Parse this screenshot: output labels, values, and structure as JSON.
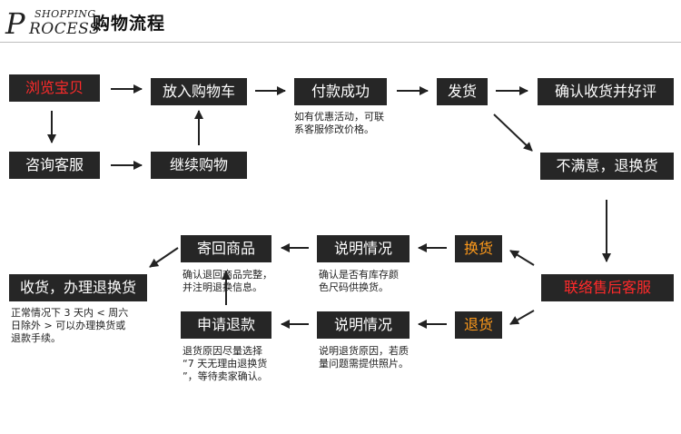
{
  "header": {
    "logo_big_letter": "P",
    "logo_shopping": "SHOPPING",
    "logo_rest": "ROCESS",
    "title": "购物流程"
  },
  "steps": {
    "browse": "浏览宝贝",
    "consult": "咨询客服",
    "add_cart": "放入购物车",
    "continue_shopping": "继续购物",
    "pay_success": "付款成功",
    "ship": "发货",
    "confirm_receipt": "确认收货并好评",
    "dissatisfied": "不满意，退换货",
    "contact_service": "联络售后客服",
    "exchange": "换货",
    "explain_exchange": "说明情况",
    "send_back": "寄回商品",
    "receive_done": "收货，办理退换货",
    "refund": "退货",
    "explain_refund": "说明情况",
    "apply_refund": "申请退款"
  },
  "notes": {
    "pay": [
      "如有优惠活动，可联",
      "系客服修改价格。"
    ],
    "send_back": [
      "确认退回商品完整，",
      "并注明退换信息。"
    ],
    "exchange": [
      "确认是否有库存颜",
      "色尺码供换货。"
    ],
    "receive": [
      "正常情况下 3 天内 < 周六",
      "日除外 > 可以办理换货或",
      "退款手续。"
    ],
    "apply_refund": [
      "退货原因尽量选择",
      "“7 天无理由退换货",
      "”，等待卖家确认。"
    ],
    "refund": [
      "说明退货原因，若质",
      "量问题需提供照片。"
    ]
  },
  "colors": {
    "box_bg": "#262626",
    "text_white": "#ffffff",
    "text_red": "#ff2a2a",
    "text_orange": "#ff9a1a",
    "arrow": "#222222"
  }
}
